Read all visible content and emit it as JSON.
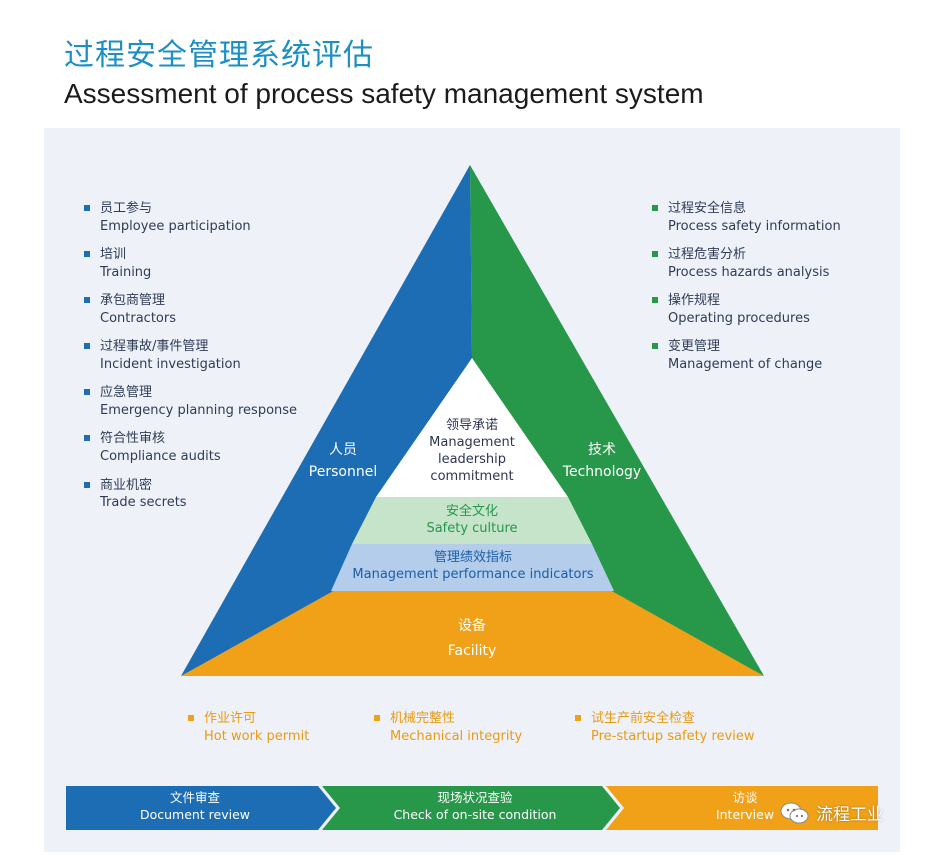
{
  "title": {
    "cn": "过程安全管理系统评估",
    "en": "Assessment of process safety management system"
  },
  "personnel": {
    "label_cn": "人员",
    "label_en": "Personnel",
    "color": "#1d6db4",
    "items": [
      {
        "cn": "员工参与",
        "en": "Employee participation"
      },
      {
        "cn": "培训",
        "en": "Training"
      },
      {
        "cn": "承包商管理",
        "en": "Contractors"
      },
      {
        "cn": "过程事故/事件管理",
        "en": "Incident investigation"
      },
      {
        "cn": "应急管理",
        "en": "Emergency planning response"
      },
      {
        "cn": "符合性审核",
        "en": "Compliance audits"
      },
      {
        "cn": "商业机密",
        "en": "Trade secrets"
      }
    ]
  },
  "technology": {
    "label_cn": "技术",
    "label_en": "Technology",
    "color": "#27974a",
    "items": [
      {
        "cn": "过程安全信息",
        "en": "Process safety information"
      },
      {
        "cn": "过程危害分析",
        "en": "Process hazards analysis"
      },
      {
        "cn": "操作规程",
        "en": "Operating procedures"
      },
      {
        "cn": "变更管理",
        "en": "Management of change"
      }
    ]
  },
  "facility": {
    "label_cn": "设备",
    "label_en": "Facility",
    "color": "#f0a117",
    "items": [
      {
        "cn": "作业许可",
        "en": "Hot work permit"
      },
      {
        "cn": "机械完整性",
        "en": "Mechanical integrity"
      },
      {
        "cn": "试生产前安全检查",
        "en": "Pre-startup safety review"
      }
    ]
  },
  "center": {
    "leadership": {
      "cn": "领导承诺",
      "en1": "Management",
      "en2": "leadership",
      "en3": "commitment"
    },
    "culture": {
      "cn": "安全文化",
      "en": "Safety culture",
      "color": "#c5e4c9"
    },
    "indicators": {
      "cn": "管理绩效指标",
      "en": "Management performance indicators",
      "color": "#b3cdea"
    }
  },
  "steps": [
    {
      "cn": "文件审查",
      "en": "Document review",
      "color": "#1d6db4"
    },
    {
      "cn": "现场状况查验",
      "en": "Check of on-site condition",
      "color": "#27974a"
    },
    {
      "cn": "访谈",
      "en": "Interview",
      "color": "#f0a117"
    }
  ],
  "watermark": "流程工业"
}
